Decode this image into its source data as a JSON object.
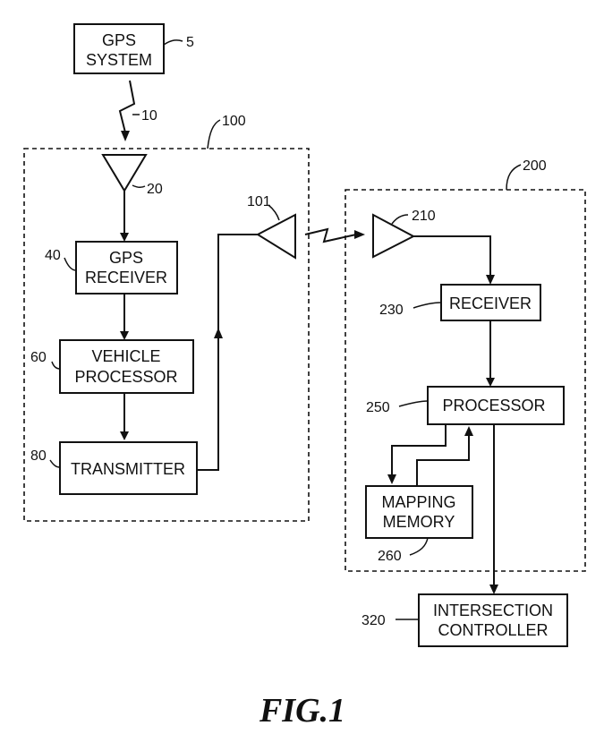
{
  "blocks": {
    "gps_system": {
      "line1": "GPS",
      "line2": "SYSTEM",
      "ref": "5"
    },
    "gps_receiver": {
      "line1": "GPS",
      "line2": "RECEIVER",
      "ref": "40"
    },
    "vehicle_processor": {
      "line1": "VEHICLE",
      "line2": "PROCESSOR",
      "ref": "60"
    },
    "transmitter": {
      "label": "TRANSMITTER",
      "ref": "80"
    },
    "receiver": {
      "label": "RECEIVER",
      "ref": "230"
    },
    "processor": {
      "label": "PROCESSOR",
      "ref": "250"
    },
    "mapping_memory": {
      "line1": "MAPPING",
      "line2": "MEMORY",
      "ref": "260"
    },
    "intersection_controller": {
      "line1": "INTERSECTION",
      "line2": "CONTROLLER",
      "ref": "320"
    }
  },
  "refs": {
    "gps_signal": "10",
    "vehicle_unit": "100",
    "vehicle_antenna_in": "20",
    "vehicle_antenna_out": "101",
    "roadside_unit": "200",
    "roadside_antenna": "210"
  },
  "caption": "FIG.1"
}
